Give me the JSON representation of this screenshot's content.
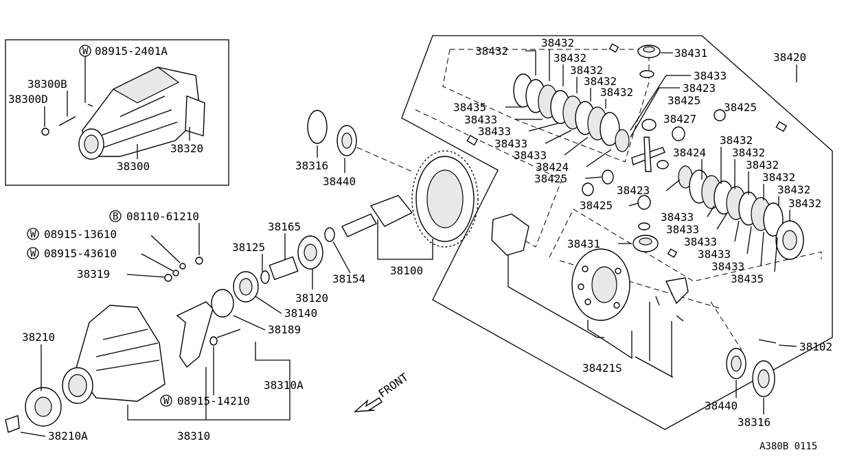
{
  "diagram_code": "A380B 0115",
  "front_label": "FRONT",
  "inset_labels": {
    "w_08915_2401A": "08915-2401A",
    "p38300B": "38300B",
    "p38300D": "38300D",
    "p38320": "38320",
    "p38300": "38300"
  },
  "left_labels": {
    "b_08110_61210": "08110-61210",
    "w_08915_13610": "08915-13610",
    "w_08915_43610": "08915-43610",
    "p38319": "38319",
    "p38210": "38210",
    "p38210A": "38210A",
    "p38310": "38310",
    "p38310A": "38310A",
    "w_08915_14210": "08915-14210",
    "p38189": "38189",
    "p38140": "38140",
    "p38120": "38120",
    "p38125": "38125",
    "p38165": "38165",
    "p38154": "38154",
    "p38100": "38100",
    "p38316": "38316",
    "p38440": "38440"
  },
  "right_labels": {
    "p38420": "38420",
    "p38431_top": "38431",
    "p38431_mid": "38431",
    "p38432_a": "38432",
    "p38432_b": "38432",
    "p38432_c": "38432",
    "p38432_d": "38432",
    "p38432_e": "38432",
    "p38432_f": "38432",
    "p38432_g": "38432",
    "p38432_h": "38432",
    "p38432_i": "38432",
    "p38432_j": "38432",
    "p38432_k": "38432",
    "p38432_l": "38432",
    "p38433_a": "38433",
    "p38433_b": "38433",
    "p38433_c": "38433",
    "p38433_d": "38433",
    "p38433_e": "38433",
    "p38433_f": "38433",
    "p38433_g": "38433",
    "p38433_h": "38433",
    "p38433_i": "38433",
    "p38433_j": "38433",
    "p38435_a": "38435",
    "p38435_b": "38435",
    "p38423_a": "38423",
    "p38423_b": "38423",
    "p38425_a": "38425",
    "p38425_b": "38425",
    "p38425_c": "38425",
    "p38425_d": "38425",
    "p38427": "38427",
    "p38424_a": "38424",
    "p38424_b": "38424",
    "p38421S": "38421S",
    "p38102": "38102",
    "p38440": "38440",
    "p38316": "38316"
  },
  "markers": {
    "washer": "W",
    "bolt": "B"
  }
}
